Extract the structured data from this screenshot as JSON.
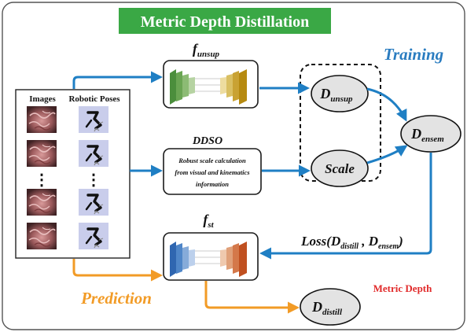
{
  "title": "Metric Depth Distillation",
  "inputs": {
    "images_label": "Images",
    "poses_label": "Robotic Poses",
    "dots": "⋮"
  },
  "f_unsup": {
    "base": "f",
    "sub": "unsup"
  },
  "f_st": {
    "base": "f",
    "sub": "st"
  },
  "ddso": {
    "title": "DDSO",
    "lines": [
      "Robust scale calculation",
      "from visual and kinematics",
      "information"
    ]
  },
  "d_unsup": {
    "base": "D",
    "sub": "unsup"
  },
  "scale": "Scale",
  "d_ensem": {
    "base": "D",
    "sub": "ensem"
  },
  "d_distill": {
    "base": "D",
    "sub": "distill"
  },
  "training": "Training",
  "prediction": "Prediction",
  "metric_depth": "Metric Depth",
  "loss": {
    "prefix": "Loss(",
    "d1_base": "D",
    "d1_sub": "distill",
    "comma": " , ",
    "d2_base": "D",
    "d2_sub": "ensem",
    "suffix": ")"
  },
  "colors": {
    "title_bg": "#3aa845",
    "blue_arrow": "#1f7fc4",
    "orange_arrow": "#f29b26",
    "training_text": "#2a7cc0",
    "prediction_text": "#f29b26",
    "metric_depth_text": "#e12a2a",
    "net_border": "#1a1a1a",
    "ellipse_fill": "#e3e3e3",
    "pose_bg": "#c9cdeb"
  },
  "icons": [
    "brain-image-icon",
    "robot-pose-icon"
  ]
}
